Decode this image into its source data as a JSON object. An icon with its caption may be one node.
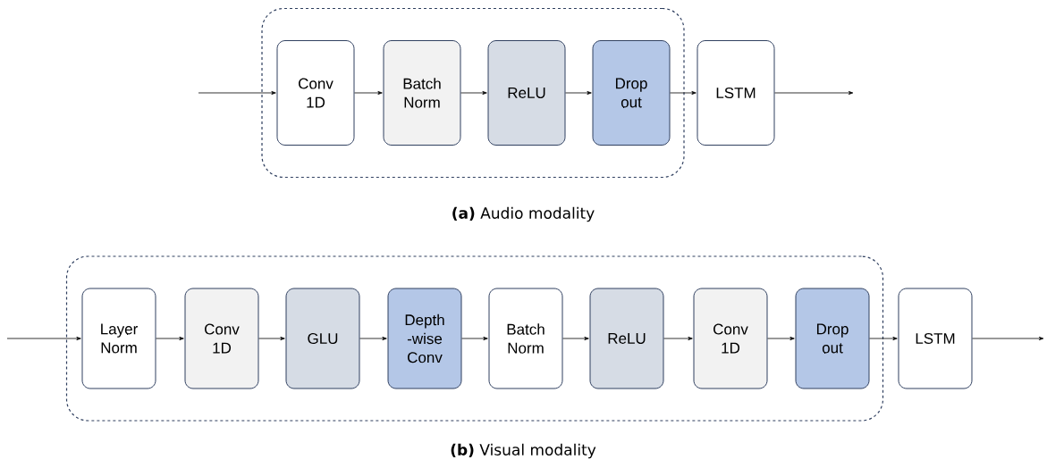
{
  "diagram": {
    "nodes": [
      {
        "text": [],
        "shape": "box"
      },
      {
        "text": [
          "Conv 1D"
        ],
        "in": 0
      },
      {
        "text": [
          "Batch Norm"
        ],
        "in": 0
      },
      {
        "text": [
          "ReLU"
        ],
        "in": 0
      },
      {
        "text": [
          "Drop out"
        ],
        "in": 0
      },
      {
        "text": [
          "LSTM"
        ]
      },
      {
        "text": [],
        "shape": "box"
      },
      {
        "text": [
          "Layer Norm"
        ],
        "in": 6
      },
      {
        "text": [
          "Conv 1D"
        ],
        "in": 6
      },
      {
        "text": [
          "GLU"
        ],
        "in": 6
      },
      {
        "text": [
          "Depth -wise Conv"
        ],
        "in": 6
      },
      {
        "text": [
          "Batch Norm"
        ],
        "in": 6
      },
      {
        "text": [
          "ReLU"
        ],
        "in": 6
      },
      {
        "text": [
          "Conv 1D"
        ],
        "in": 6
      },
      {
        "text": [
          "Drop out"
        ],
        "in": 6
      },
      {
        "text": [
          "LSTM"
        ]
      }
    ],
    "edges": [
      {
        "from": null,
        "to": 1,
        "arrow": "to"
      },
      {
        "from": 1,
        "to": 2,
        "arrow": "to"
      },
      {
        "from": 2,
        "to": 3,
        "arrow": "to"
      },
      {
        "from": 3,
        "to": 4,
        "arrow": "to"
      },
      {
        "from": 4,
        "to": 5,
        "arrow": "to"
      },
      {
        "from": 5,
        "to": null,
        "arrow": "to"
      },
      {
        "from": null,
        "to": 7,
        "arrow": "to"
      },
      {
        "from": 7,
        "to": 8,
        "arrow": "to"
      },
      {
        "from": 8,
        "to": 9,
        "arrow": "to"
      },
      {
        "from": 9,
        "to": 10,
        "arrow": "to"
      },
      {
        "from": 10,
        "to": 11,
        "arrow": "to"
      },
      {
        "from": 11,
        "to": 12,
        "arrow": "to"
      },
      {
        "from": 12,
        "to": 13,
        "arrow": "to"
      },
      {
        "from": 13,
        "to": 14,
        "arrow": "to"
      },
      {
        "from": 14,
        "to": 15,
        "arrow": "to"
      },
      {
        "from": 15,
        "to": null,
        "arrow": "to"
      }
    ],
    "labels": [
      "**(a)** Audio modality",
      "**(b)** Visual modality"
    ]
  }
}
